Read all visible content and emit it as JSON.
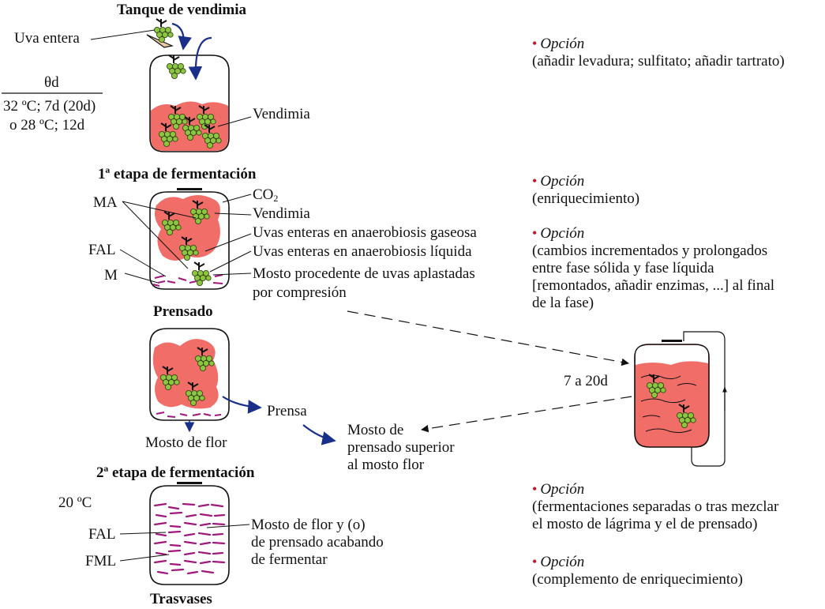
{
  "diagram": {
    "stages": {
      "tanque": {
        "title": "Tanque de vendimia",
        "uva_entera": "Uva entera",
        "vendimia": "Vendimia"
      },
      "etapa1": {
        "title": "1ª etapa de fermentación",
        "ma": "MA",
        "fal": "FAL",
        "m": "M",
        "co2": "CO",
        "co2_sub": "2",
        "vendimia": "Vendimia",
        "uvas_gaseosa": "Uvas enteras en anaerobiosis gaseosa",
        "uvas_liquida": "Uvas enteras en anaerobiosis líquida",
        "mosto_line1": "Mosto procedente de uvas aplastadas",
        "mosto_line2": "por compresión"
      },
      "prensado": {
        "title": "Prensado",
        "prensa": "Prensa",
        "mosto_flor": "Mosto de flor",
        "mosto_prensado": [
          "Mosto de",
          "prensado superior",
          "al mosto flor"
        ]
      },
      "etapa2": {
        "title": "2ª etapa de fermentación",
        "temp": "20 ºC",
        "fal": "FAL",
        "fml": "FML",
        "mosto_lines": [
          "Mosto de flor y (o)",
          "de prensado acabando",
          "de fermentar"
        ]
      },
      "trasvases": {
        "title": "Trasvases"
      },
      "side_tank": {
        "duration": "7 a 20d"
      }
    },
    "temperature_block": {
      "header": "θd",
      "line1": "32 ºC; 7d (20d)",
      "line2": "o 28 ºC; 12d"
    },
    "options": [
      {
        "title": "Opción",
        "lines": [
          "(añadir levadura; sulfitato; añadir tartrato)"
        ]
      },
      {
        "title": "Opción",
        "lines": [
          "(enriquecimiento)"
        ]
      },
      {
        "title": "Opción",
        "lines": [
          "(cambios incrementados y prolongados",
          "entre fase sólida y fase líquida",
          "[remontados, añadir enzimas, ...] al final",
          "de la fase)"
        ]
      },
      {
        "title": "Opción",
        "lines": [
          "(fermentaciones separadas o tras mezclar",
          "el mosto de lágrima y el de prensado)"
        ]
      },
      {
        "title": "Opción",
        "lines": [
          "(complemento de enriquecimiento)"
        ]
      }
    ],
    "colors": {
      "pulp": "#f06d68",
      "grape": "#8cc63f",
      "stem": "#111111",
      "arrow": "#1a2f8a",
      "lees": "#a0187a",
      "bullet": "#c8102e"
    }
  }
}
